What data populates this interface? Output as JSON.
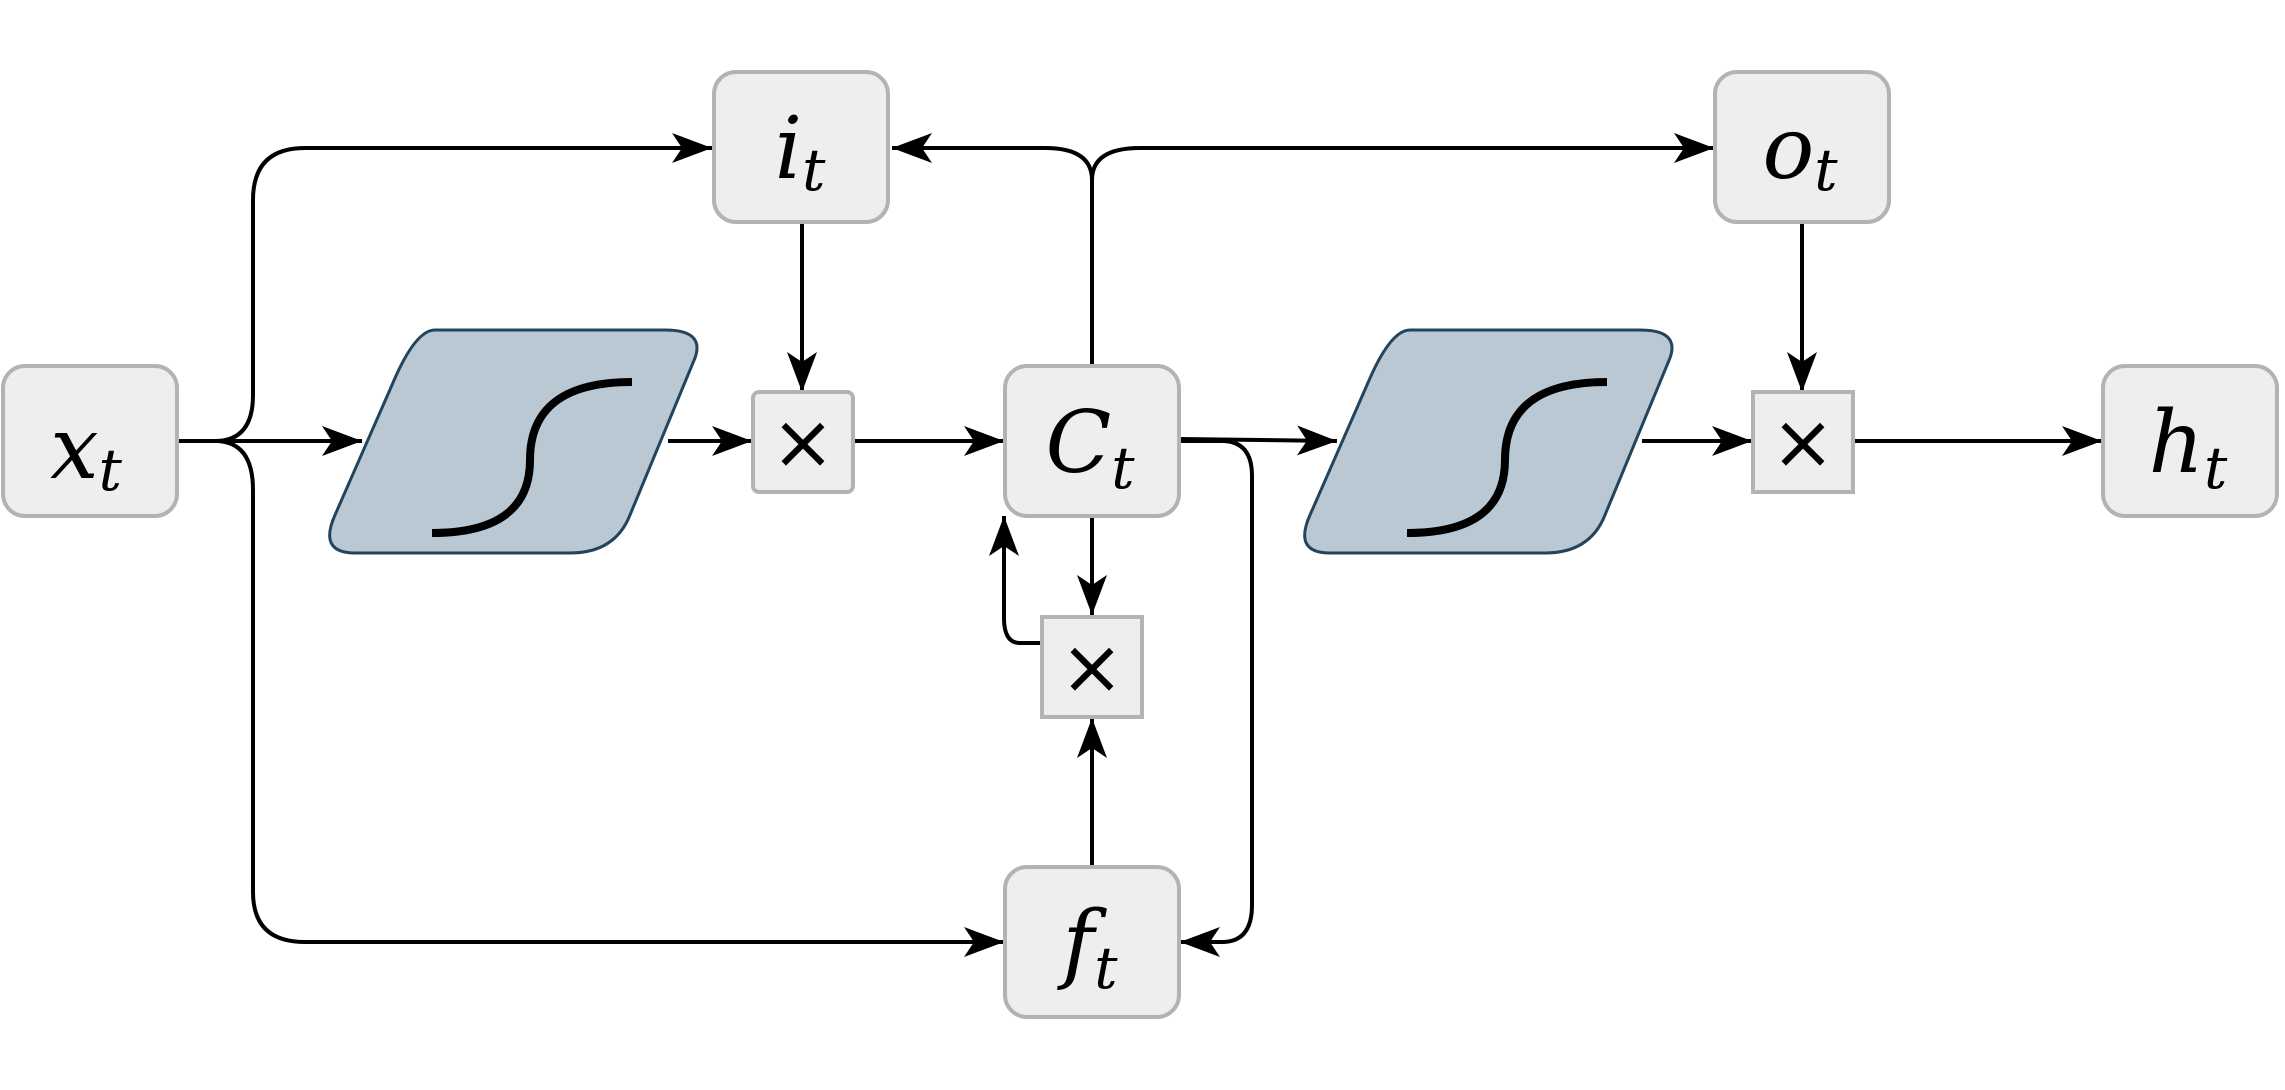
{
  "diagram": {
    "nodes": {
      "x_t": {
        "base": "x",
        "sub": "t"
      },
      "i_t": {
        "base": "i",
        "sub": "t"
      },
      "o_t": {
        "base": "o",
        "sub": "t"
      },
      "C_t": {
        "base": "C",
        "sub": "t"
      },
      "f_t": {
        "base": "f",
        "sub": "t"
      },
      "h_t": {
        "base": "h",
        "sub": "t"
      }
    },
    "operators": {
      "mult_symbol": "×"
    },
    "activations": [
      "sigmoid-curve",
      "sigmoid-curve"
    ],
    "colors": {
      "node_fill": "#eeeeee",
      "node_stroke": "#b3b3b3",
      "activation_fill": "#bac8d3",
      "activation_stroke": "#23445d",
      "edge": "#000000"
    }
  }
}
